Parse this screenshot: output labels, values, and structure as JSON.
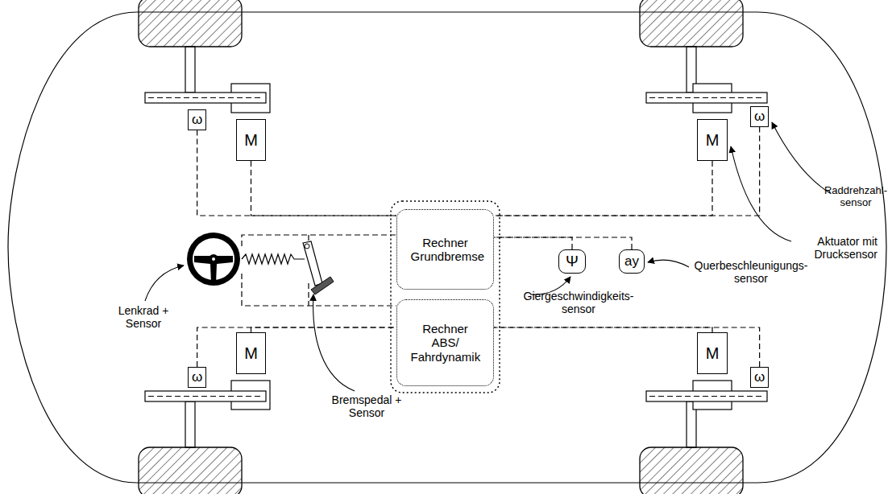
{
  "diagram": {
    "nodes": [
      {
        "text": [
          "ω"
        ]
      },
      {
        "text": [
          "M"
        ]
      },
      {
        "text": [
          "Rechner Grundbremse"
        ]
      },
      {
        "text": [
          "M"
        ]
      },
      {
        "text": [
          "ω"
        ]
      },
      {
        "text": [
          "Ψ"
        ]
      },
      {
        "text": [
          "ay"
        ]
      },
      {
        "text": [
          "Rechner ABS/ Fahrdynamik"
        ]
      },
      {
        "text": [
          "ω"
        ]
      },
      {
        "text": [
          "M"
        ]
      },
      {
        "text": [
          "M"
        ]
      },
      {
        "text": [
          "ω"
        ]
      }
    ],
    "edges": [
      {
        "from": 0,
        "to": 2,
        "arrow": "none"
      },
      {
        "from": 1,
        "to": 2,
        "arrow": "none"
      },
      {
        "from": 3,
        "to": 2,
        "arrow": "none"
      },
      {
        "from": 4,
        "to": 2,
        "arrow": "none"
      },
      {
        "from": 5,
        "to": 2,
        "arrow": "none"
      },
      {
        "from": 6,
        "to": 2,
        "arrow": "none"
      },
      {
        "from": 8,
        "to": 7,
        "arrow": "none"
      },
      {
        "from": 9,
        "to": 7,
        "arrow": "none"
      },
      {
        "from": 10,
        "to": 7,
        "arrow": "none"
      },
      {
        "from": 11,
        "to": 7,
        "arrow": "none"
      }
    ],
    "labels": [
      "Raddrehzahl- sensor",
      "Aktuator mit Drucksensor",
      "Querbeschleunigungs- sensor",
      "Giergeschwindigkeits- sensor",
      "Lenkrad + Sensor",
      "Bremspedal + Sensor"
    ]
  }
}
